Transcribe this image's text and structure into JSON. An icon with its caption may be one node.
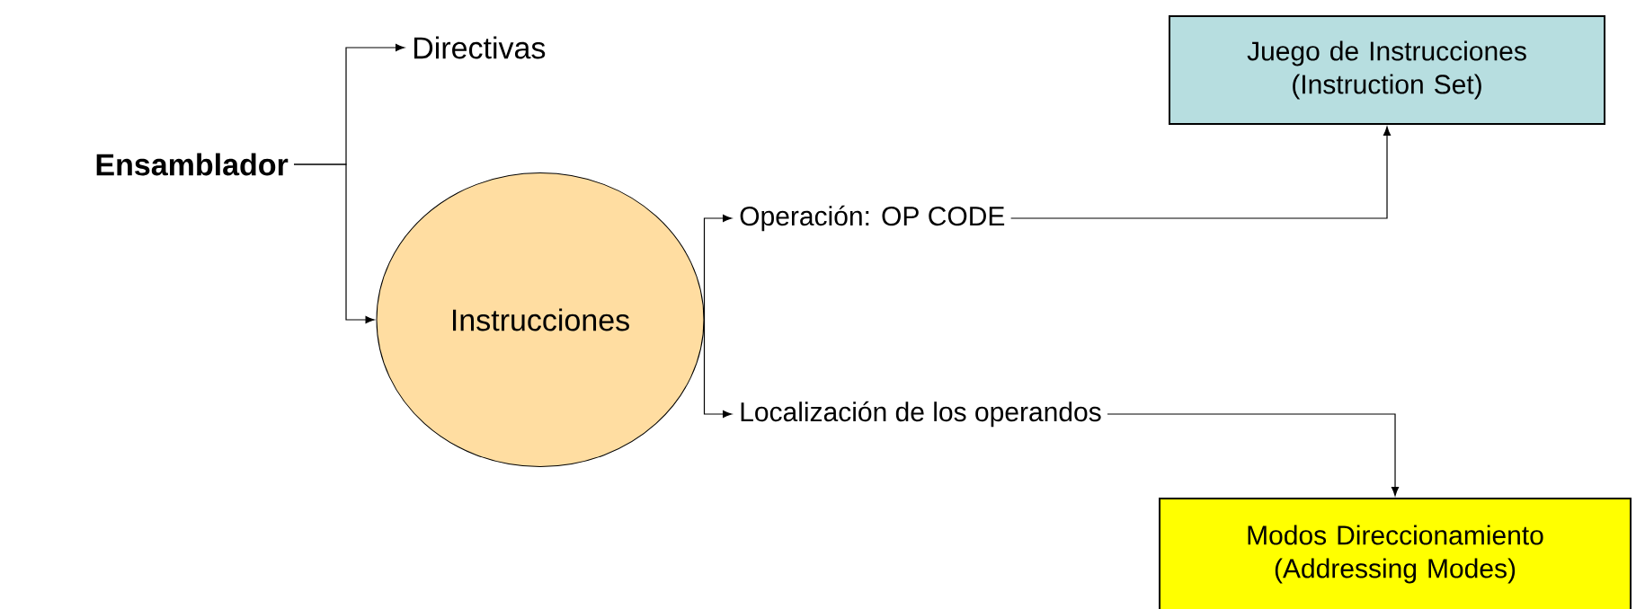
{
  "diagram": {
    "nodes": [
      {
        "text": [
          "Ensamblador"
        ]
      },
      {
        "text": [
          "Directivas"
        ]
      },
      {
        "text": [
          "Instrucciones"
        ]
      },
      {
        "text": [
          "Operación: OP CODE"
        ]
      },
      {
        "text": [
          "Localización de los operandos"
        ]
      },
      {
        "text": [
          "Juego de Instrucciones (Instruction Set)"
        ]
      },
      {
        "text": [
          "Modos Direccionamiento (Addressing Modes)"
        ]
      }
    ],
    "edges": [
      {
        "from": 0,
        "to": 1,
        "arrow": "to"
      },
      {
        "from": 0,
        "to": 2,
        "arrow": "to"
      },
      {
        "from": 2,
        "to": 3,
        "arrow": "to"
      },
      {
        "from": 2,
        "to": 4,
        "arrow": "to"
      },
      {
        "from": 3,
        "to": 5,
        "arrow": "to"
      },
      {
        "from": 4,
        "to": 6,
        "arrow": "to"
      }
    ]
  }
}
